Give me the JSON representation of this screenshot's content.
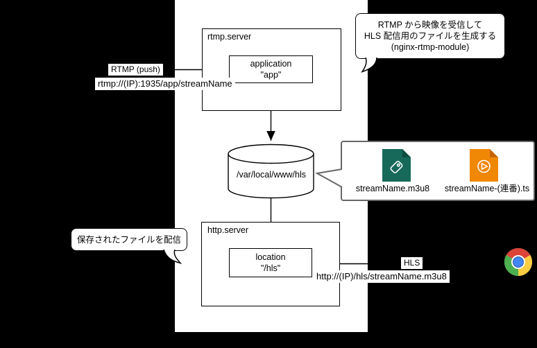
{
  "canvas": {
    "background": "#000000",
    "panel_background": "#ffffff"
  },
  "rtmp_server": {
    "title": "rtmp.server",
    "application": {
      "line1": "application",
      "line2": "\"app\""
    }
  },
  "storage": {
    "label": "/var/local/www/hls"
  },
  "http_server": {
    "title": "http.server",
    "location": {
      "line1": "location",
      "line2": "\"/hls\""
    }
  },
  "edges": {
    "rtmp_push_label": "RTMP (push)",
    "rtmp_url": "rtmp://(IP):1935/app/streamName",
    "hls_label": "HLS",
    "hls_url": "http://(IP)/hls/streamName.m3u8"
  },
  "callouts": {
    "rtmp_note": {
      "line1": "RTMP から映像を受信して",
      "line2": "HLS 配信用のファイルを生成する",
      "line3": "(nginx-rtmp-module)"
    },
    "files_note": {
      "m3u8_file": "streamName.m3u8",
      "ts_file": "streamName-(連番).ts"
    },
    "http_note": "保存されたファイルを配信"
  },
  "icons": {
    "m3u8_icon": "file-tag-icon",
    "m3u8_color": "#17695A",
    "m3u8_fold_color": "#0E4D41",
    "ts_icon": "file-play-icon",
    "ts_color": "#F08705",
    "ts_fold_color": "#C4650A",
    "browser_icon": "chrome-logo"
  },
  "chrome_colors": {
    "red": "#DB4437",
    "green": "#4CAF50",
    "yellow": "#FFCD40",
    "blue": "#4285F4"
  }
}
